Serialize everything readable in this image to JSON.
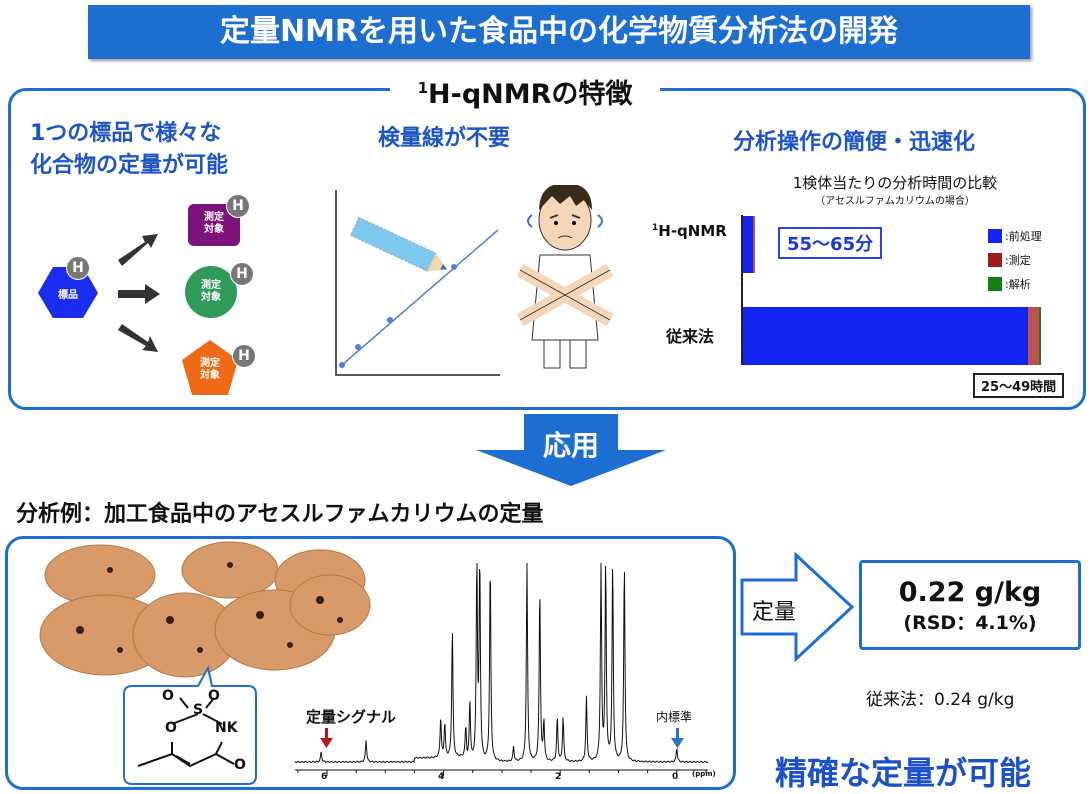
{
  "title": "定量NMRを用いた食品中の化学物質分析法の開発",
  "features": {
    "title_sup": "1",
    "title": "H-qNMRの特徴",
    "left": {
      "line1": "1つの標品で様々な",
      "line2": "化合物の定量が可能",
      "standard": "標品",
      "h": "H",
      "target": "測定\n対象"
    },
    "middle": {
      "heading": "検量線が不要"
    },
    "right": {
      "heading": "分析操作の簡便・迅速化",
      "chart_title": "1検体当たりの分析時間の比較",
      "chart_subtitle": "（アセスルファムカリウムの場合）",
      "row1_sup": "1",
      "row1": "H-qNMR",
      "row2": "従来法",
      "row1_time": "55〜65分",
      "row2_time": "25〜49時間",
      "legend": [
        {
          "label": ":前処理",
          "color": "#1424f0"
        },
        {
          "label": ":測定",
          "color": "#a01c1c"
        },
        {
          "label": ":解析",
          "color": "#128012"
        }
      ]
    }
  },
  "apply_label": "応用",
  "example": {
    "heading": "分析例：加工食品中のアセスルファムカリウムの定量",
    "structure": {
      "o1": "O",
      "s": "S",
      "o2": "O",
      "o3": "O",
      "nk": "NK",
      "o4": "O"
    },
    "signal_label": "定量シグナル",
    "internal_std": "内標準",
    "axis": {
      "ticks": [
        "6",
        "4",
        "2",
        "0"
      ],
      "unit": "(ppm)"
    },
    "spectrum": {
      "peaks": [
        [
          6.1,
          10
        ],
        [
          5.33,
          22
        ],
        [
          4.05,
          40
        ],
        [
          3.98,
          35
        ],
        [
          3.85,
          130
        ],
        [
          3.62,
          30
        ],
        [
          3.55,
          60
        ],
        [
          3.43,
          200
        ],
        [
          3.38,
          200
        ],
        [
          3.2,
          200
        ],
        [
          2.8,
          15
        ],
        [
          2.57,
          200
        ],
        [
          2.35,
          175
        ],
        [
          2.28,
          40
        ],
        [
          2.05,
          45
        ],
        [
          1.95,
          45
        ],
        [
          1.55,
          65
        ],
        [
          1.3,
          200
        ],
        [
          1.22,
          200
        ],
        [
          1.1,
          200
        ],
        [
          0.9,
          200
        ],
        [
          0.0,
          14
        ]
      ]
    }
  },
  "quant_label": "定量",
  "result": {
    "value": "0.22 g/kg",
    "rsd": "(RSD：4.1%)",
    "conventional": "従来法：0.24 g/kg",
    "conclusion": "精確な定量が可能"
  }
}
